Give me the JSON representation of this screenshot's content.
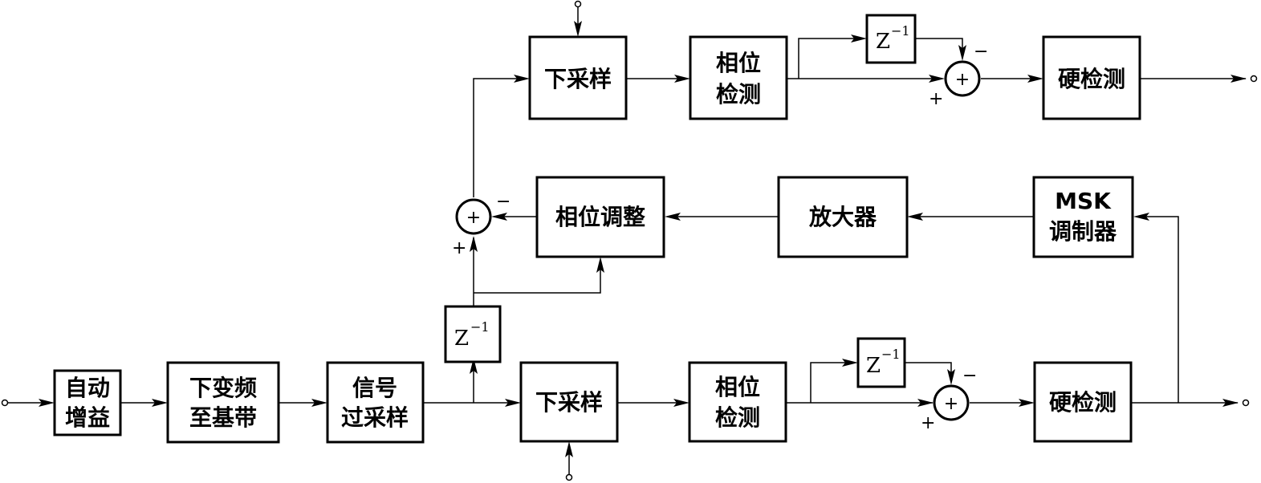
{
  "blocks": {
    "agc": [
      "自动",
      "增益"
    ],
    "downconvert": [
      "下变频",
      "至基带"
    ],
    "oversample": [
      "信号",
      "过采样"
    ],
    "downsample_bottom": [
      "下采样"
    ],
    "phase_detect_bottom": [
      "相位",
      "检测"
    ],
    "hard_detect_bottom": [
      "硬检测"
    ],
    "downsample_top": [
      "下采样"
    ],
    "phase_detect_top": [
      "相位",
      "检测"
    ],
    "hard_detect_top": [
      "硬检测"
    ],
    "phase_adjust": [
      "相位调整"
    ],
    "amplifier": [
      "放大器"
    ],
    "msk_modulator": [
      "MSK",
      "调制器"
    ]
  },
  "delay": {
    "base": "Z",
    "exp": "−1"
  },
  "sum_symbol": "+",
  "signs": {
    "plus": "+",
    "minus": "−"
  }
}
